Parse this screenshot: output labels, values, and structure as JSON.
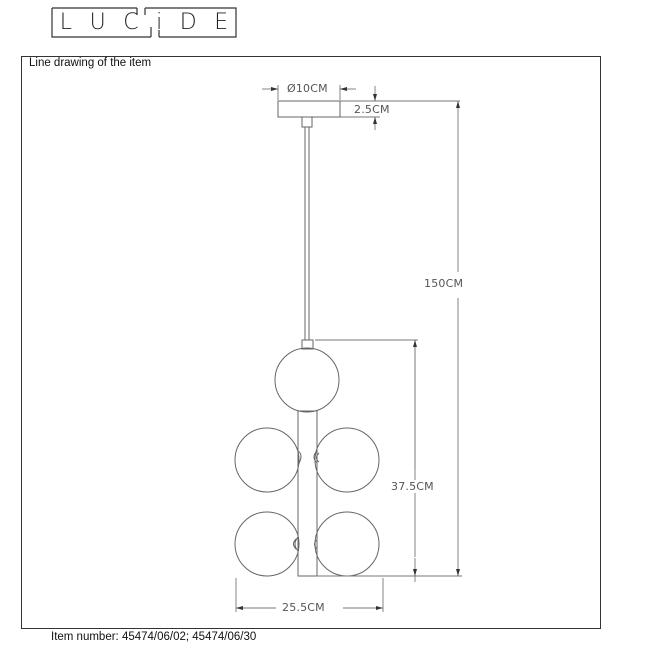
{
  "brand": {
    "logo_letters": [
      "L",
      "U",
      "C",
      "i",
      "D",
      "E"
    ],
    "logo_text": "LUCIDE"
  },
  "frame": {
    "title": "Line drawing of the item"
  },
  "dimensions": {
    "canopy_diameter": "Ø10CM",
    "canopy_height": "2.5CM",
    "total_height": "150CM",
    "fixture_height": "37.5CM",
    "fixture_width": "25.5CM"
  },
  "footer": {
    "item_number": "Item number: 45474/06/02; 45474/06/30"
  },
  "colors": {
    "line": "#666666",
    "frame": "#333333",
    "text": "#111111"
  }
}
